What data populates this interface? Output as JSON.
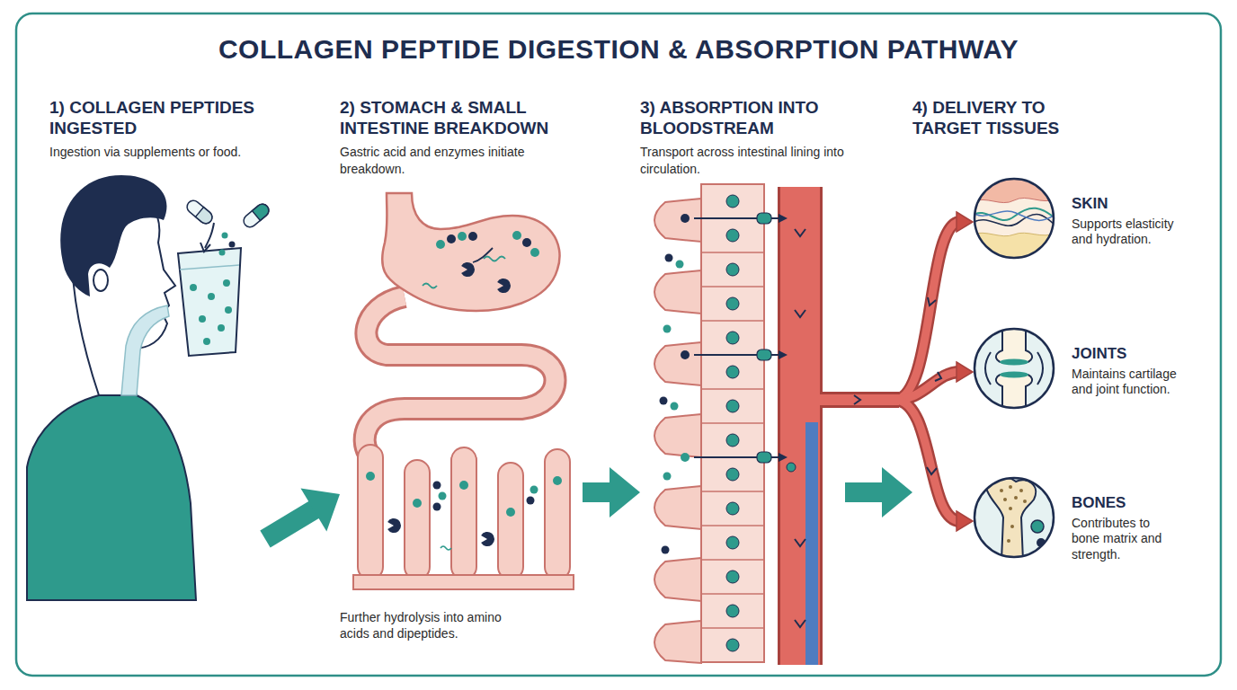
{
  "diagram": {
    "title": "COLLAGEN PEPTIDE DIGESTION & ABSORPTION PATHWAY",
    "nodes": [
      {
        "text": [
          "1) COLLAGEN PEPTIDES INGESTED",
          "Ingestion via supplements or food."
        ]
      },
      {
        "text": [
          "2) STOMACH & SMALL INTESTINE BREAKDOWN",
          "Gastric acid and enzymes initiate breakdown.",
          "Further hydrolysis into amino acids and dipeptides."
        ]
      },
      {
        "text": [
          "3) ABSORPTION INTO BLOODSTREAM",
          "Transport across intestinal lining into circulation."
        ]
      },
      {
        "text": [
          "4) DELIVERY TO TARGET TISSUES"
        ]
      },
      {
        "text": [
          "SKIN",
          "Supports elasticity and hydration."
        ],
        "in": 3
      },
      {
        "text": [
          "JOINTS",
          "Maintains cartilage and joint function."
        ],
        "in": 3
      },
      {
        "text": [
          "BONES",
          "Contributes to bone matrix and strength."
        ],
        "in": 3
      }
    ],
    "edges": [
      {
        "from": 0,
        "to": 1,
        "arrow": "to"
      },
      {
        "from": 1,
        "to": 2,
        "arrow": "to"
      },
      {
        "from": 2,
        "to": 3,
        "arrow": "to"
      }
    ]
  }
}
